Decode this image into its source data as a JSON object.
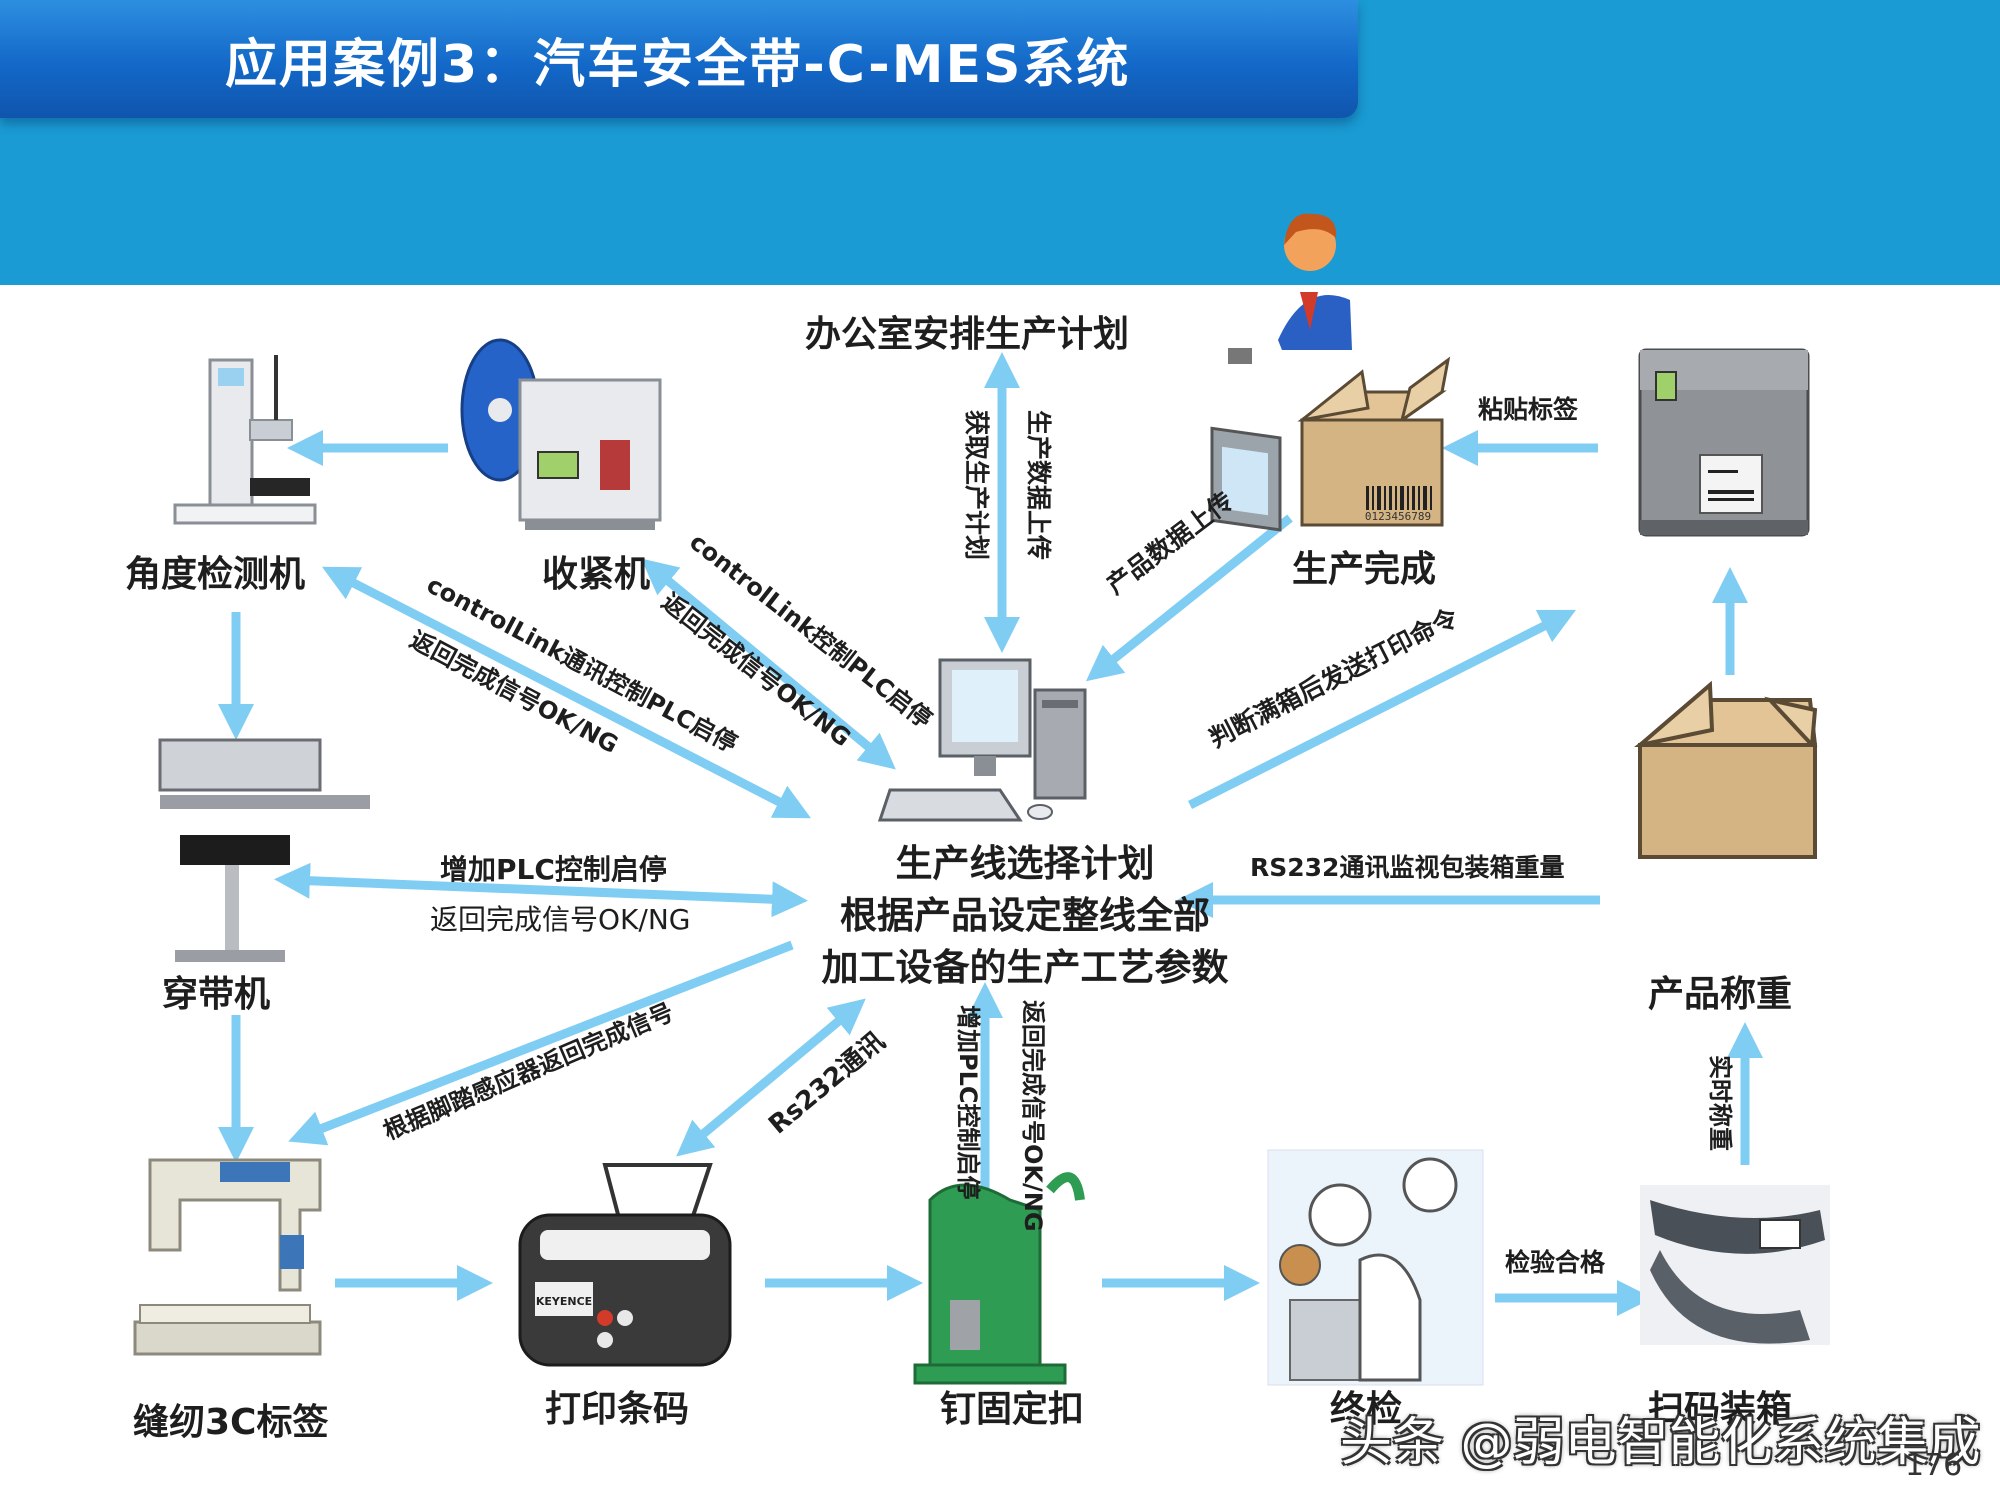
{
  "header": {
    "title": "应用案例3：汽车安全带-C-MES系统"
  },
  "nodes": {
    "office": "办公室安排生产计划",
    "angle_tester": "角度检测机",
    "tightener": "收紧机",
    "finished": "生产完成",
    "threading": "穿带机",
    "sewing": "缝纫3C标签",
    "print_barcode": "打印条码",
    "rivet": "钉固定扣",
    "final_inspection": "终检",
    "scan_pack": "扫码装箱",
    "weigh": "产品称重"
  },
  "center": {
    "line1": "生产线选择计划",
    "line2": "根据产品设定整线全部",
    "line3": "加工设备的生产工艺参数"
  },
  "edge_labels": {
    "get_plan": "获取生产计划",
    "upload_data": "生产数据上传",
    "product_data_up": "产品数据上传",
    "stick_label": "粘贴标签",
    "cl_plc": "controlLink控制PLC启停",
    "return_ok_ng_1": "返回完成信号OK/NG",
    "cl_comm": "controlLink通讯控制PLC启停",
    "return_ok_ng_2": "返回完成信号OK/NG",
    "add_plc": "增加PLC控制启停",
    "return_ok_ng_3": "返回完成信号OK/NG",
    "foot_sensor": "根据脚踏感应器返回完成信号",
    "rs232": "Rs232通讯",
    "add_plc_2": "增加PLC控制启停",
    "return_ok_ng_4": "返回完成信号OK/NG",
    "print_cmd": "判断满箱后发送打印命令",
    "rs232_weight": "RS232通讯监视包装箱重量",
    "realtime_weigh": "实时称重",
    "pass_inspection": "检验合格"
  },
  "box_barcode": "0123456789",
  "printer_brand": "KEYENCE",
  "watermark": "头条 @弱电智能化系统集成",
  "page_number": "176",
  "colors": {
    "band": "#1a9bd3",
    "title_bar": "#1368c8",
    "arrow": "#7fcdf3",
    "box": "#d4b483"
  }
}
